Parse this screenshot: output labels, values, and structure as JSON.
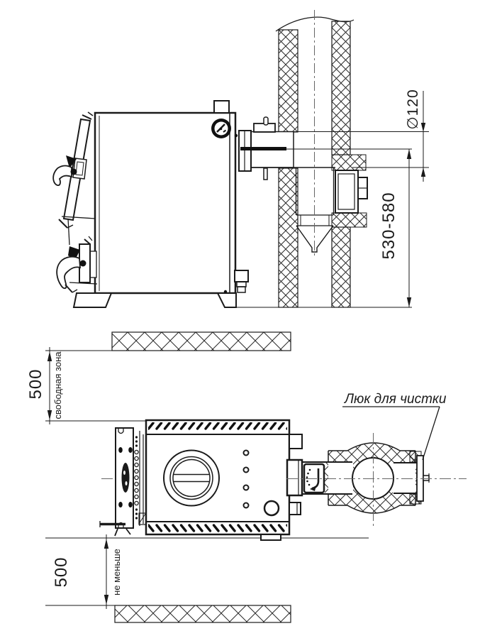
{
  "colors": {
    "line": "#1a1a1a",
    "background": "#ffffff",
    "centerline": "#666666"
  },
  "side_view": {
    "dimensions": {
      "flue_diameter": "∅120",
      "flue_axis_height": "530-580"
    }
  },
  "plan_view": {
    "dimensions": {
      "top_clearance": {
        "value": "500",
        "note": "свободная зона"
      },
      "bottom_clearance": {
        "value": "500",
        "note": "не меньше"
      }
    },
    "labels": {
      "cleaning_hatch": "Люк для чистки"
    }
  }
}
